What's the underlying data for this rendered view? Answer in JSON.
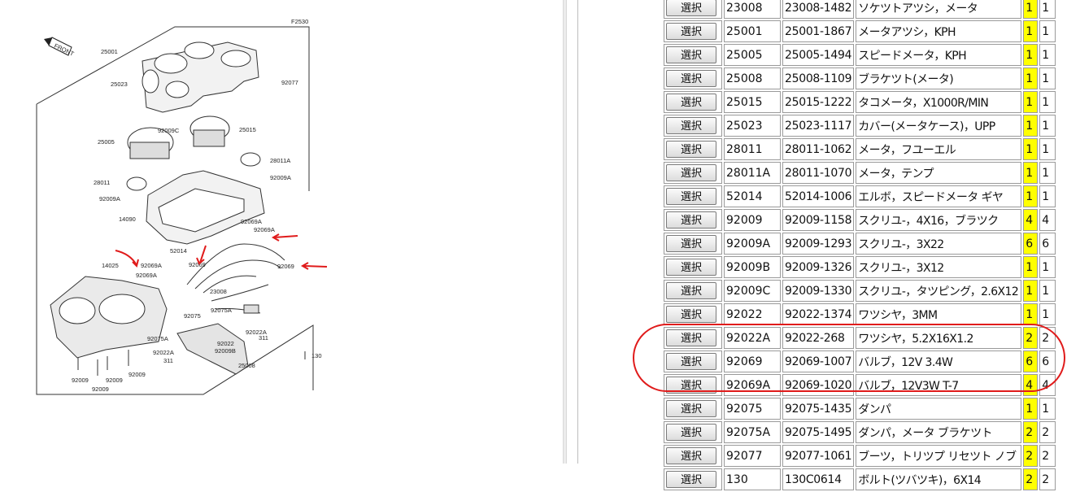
{
  "diagram": {
    "figure_code": "F2530",
    "front_label": "FRONT",
    "callouts": {
      "c25001": "25001",
      "c25023": "25023",
      "c92077": "92077",
      "c92009C": "92009C",
      "c25015": "25015",
      "c25005": "25005",
      "c28011A": "28011A",
      "c92009A_1": "92009A",
      "c28011": "28011",
      "c92009A_2": "92009A",
      "c14090": "14090",
      "c92069A_1": "92069A",
      "c92069A_2": "92069A",
      "c52014": "52014",
      "c92069A_3": "92069A",
      "c92069_1": "92069",
      "c92069_2": "92069",
      "c14025": "14025",
      "c92069A_4": "92069A",
      "c23008": "23008",
      "c92075A": "92075A",
      "c92075": "92075",
      "c92022A_1": "92022A",
      "c311_1": "311",
      "c92075A_2": "92075A",
      "c92022": "92022",
      "c92009B": "92009B",
      "c92022A_2": "92022A",
      "c311_2": "311",
      "c25008": "25008",
      "c130": "130",
      "c92009_a": "92009",
      "c92009_b": "92009",
      "c92009_c": "92009",
      "c92009_d": "92009"
    }
  },
  "table": {
    "select_label": "選択",
    "rows": [
      {
        "ref": "23008",
        "part_no": "23008-1482",
        "name": "ソケツトアツシ，メータ",
        "qty": "1",
        "qty2": "1"
      },
      {
        "ref": "25001",
        "part_no": "25001-1867",
        "name": "メータアツシ，KPH",
        "qty": "1",
        "qty2": "1"
      },
      {
        "ref": "25005",
        "part_no": "25005-1494",
        "name": "スピードメータ，KPH",
        "qty": "1",
        "qty2": "1"
      },
      {
        "ref": "25008",
        "part_no": "25008-1109",
        "name": "ブラケツト(メータ)",
        "qty": "1",
        "qty2": "1"
      },
      {
        "ref": "25015",
        "part_no": "25015-1222",
        "name": "タコメータ，X1000R/MIN",
        "qty": "1",
        "qty2": "1"
      },
      {
        "ref": "25023",
        "part_no": "25023-1117",
        "name": "カバー(メータケース)，UPP",
        "qty": "1",
        "qty2": "1"
      },
      {
        "ref": "28011",
        "part_no": "28011-1062",
        "name": "メータ，フユーエル",
        "qty": "1",
        "qty2": "1"
      },
      {
        "ref": "28011A",
        "part_no": "28011-1070",
        "name": "メータ，テンプ",
        "qty": "1",
        "qty2": "1"
      },
      {
        "ref": "52014",
        "part_no": "52014-1006",
        "name": "エルボ，スピードメータ ギヤ",
        "qty": "1",
        "qty2": "1"
      },
      {
        "ref": "92009",
        "part_no": "92009-1158",
        "name": "スクリユ-，4X16，ブラツク",
        "qty": "4",
        "qty2": "4"
      },
      {
        "ref": "92009A",
        "part_no": "92009-1293",
        "name": "スクリユ-，3X22",
        "qty": "6",
        "qty2": "6"
      },
      {
        "ref": "92009B",
        "part_no": "92009-1326",
        "name": "スクリユ-，3X12",
        "qty": "1",
        "qty2": "1"
      },
      {
        "ref": "92009C",
        "part_no": "92009-1330",
        "name": "スクリユ-，タツピング，2.6X12",
        "qty": "1",
        "qty2": "1"
      },
      {
        "ref": "92022",
        "part_no": "92022-1374",
        "name": "ワツシヤ，3MM",
        "qty": "1",
        "qty2": "1"
      },
      {
        "ref": "92022A",
        "part_no": "92022-268",
        "name": "ワツシヤ，5.2X16X1.2",
        "qty": "2",
        "qty2": "2"
      },
      {
        "ref": "92069",
        "part_no": "92069-1007",
        "name": "バルブ，12V 3.4W",
        "qty": "6",
        "qty2": "6"
      },
      {
        "ref": "92069A",
        "part_no": "92069-1020",
        "name": "バルブ，12V3W T-7",
        "qty": "4",
        "qty2": "4"
      },
      {
        "ref": "92075",
        "part_no": "92075-1435",
        "name": "ダンパ",
        "qty": "1",
        "qty2": "1"
      },
      {
        "ref": "92075A",
        "part_no": "92075-1495",
        "name": "ダンパ，メータ ブラケツト",
        "qty": "2",
        "qty2": "2"
      },
      {
        "ref": "92077",
        "part_no": "92077-1061",
        "name": "ブーツ，トリツプ リセツト ノブ",
        "qty": "2",
        "qty2": "2"
      },
      {
        "ref": "130",
        "part_no": "130C0614",
        "name": "ボルト(ツバツキ)，6X14",
        "qty": "2",
        "qty2": "2"
      }
    ]
  },
  "colors": {
    "qty_highlight": "#ffff00",
    "annotation_red": "#e01b1b"
  }
}
